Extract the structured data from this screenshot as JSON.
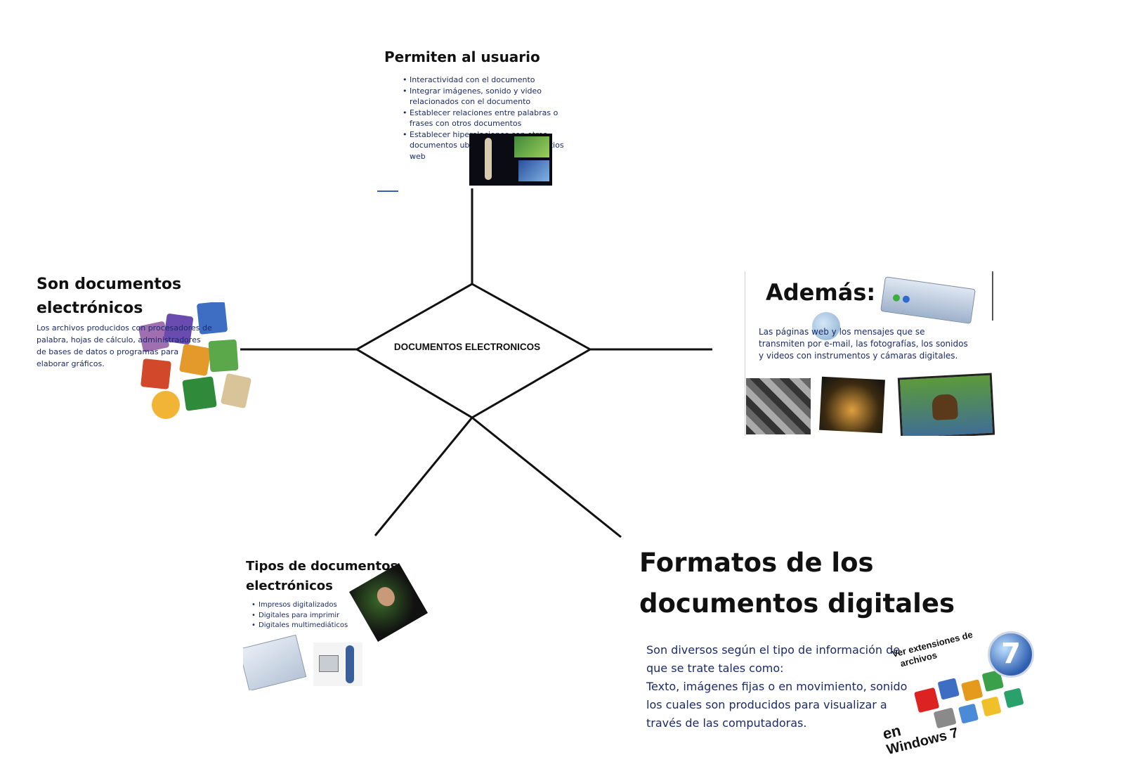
{
  "center": {
    "label": "DOCUMENTOS ELECTRONICOS"
  },
  "top": {
    "title": "Permiten al usuario",
    "bullets": [
      "Interactividad con el documento",
      "Integrar imágenes, sonido y video relacionados con el documento",
      "Establecer relaciones entre palabras o frases con otros documentos",
      "Establecer hiperelaciones con otros documentos ubicados en diversos sitios web"
    ]
  },
  "left": {
    "title_line1": "Son documentos",
    "title_line2": "electrónicos",
    "body": "Los archivos producidos con procesadores de palabra, hojas de cálculo, administradores de bases de datos o programas para elaborar gráficos."
  },
  "right": {
    "title": "Además:",
    "body": "Las páginas web y los mensajes que se transmiten por e-mail, las fotografías, los sonidos y videos con instrumentos y cámaras digitales."
  },
  "bottom_left": {
    "title_line1": "Tipos de documentos",
    "title_line2": "electrónicos",
    "bullets": [
      "Impresos digitalizados",
      "Digitales para imprimir",
      "Digitales multimediáticos"
    ]
  },
  "bottom_right": {
    "title_line1": "Formatos de los",
    "title_line2": "documentos digitales",
    "body_lines": [
      "Son diversos según el tipo de información de",
      "que se trate tales como:",
      "Texto, imágenes fijas o en movimiento, sonido",
      "los cuales son producidos para visualizar a",
      "través de las computadoras."
    ],
    "badge_line1": "Ver extensiones de",
    "badge_line2": "archivos",
    "badge_line3": "en",
    "badge_line4": "Windows 7",
    "badge_number": "7"
  },
  "colors": {
    "line": "#111111",
    "text_blue": "#1b2a6b",
    "accent_blue": "#3b5fb0"
  }
}
